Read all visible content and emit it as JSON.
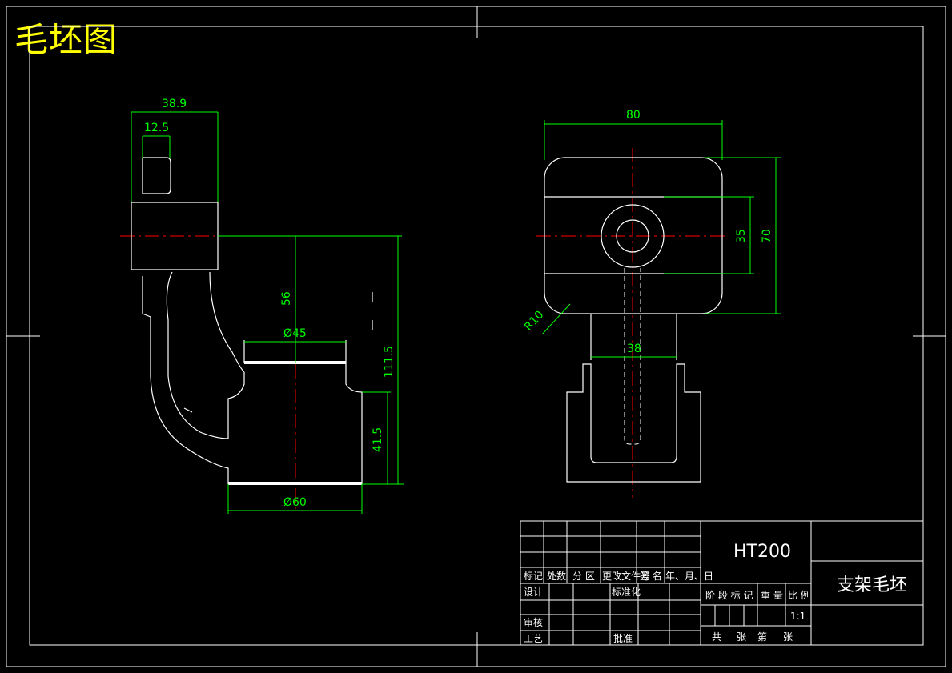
{
  "drawing": {
    "title": "毛坯图",
    "colors": {
      "outline": "#ffffff",
      "dimension": "#00ff00",
      "centerline": "#ff0000",
      "title": "#ffff00"
    }
  },
  "side_view": {
    "dims": {
      "d1": "38.9",
      "d2": "12.5",
      "d3": "56",
      "d4": "Ø45",
      "d5": "111.5",
      "d6": "41.5",
      "d7": "Ø60"
    }
  },
  "front_view": {
    "dims": {
      "d1": "80",
      "d2": "35",
      "d3": "70",
      "d4": "R10",
      "d5": "38"
    }
  },
  "title_block": {
    "material": "HT200",
    "part_name": "支架毛坯",
    "scale": "1:1",
    "rev_headers": [
      "标记",
      "处数",
      "分 区",
      "更改文件号",
      "签 名",
      "年、月、日"
    ],
    "design": "设计",
    "standardize": "标准化",
    "review": "审核",
    "process": "工艺",
    "approve": "批准",
    "stage_mark": "阶 段 标 记",
    "weight": "重 量",
    "ratio": "比 例",
    "total": "共",
    "sheets": "张",
    "page": "第",
    "sheet": "张"
  }
}
